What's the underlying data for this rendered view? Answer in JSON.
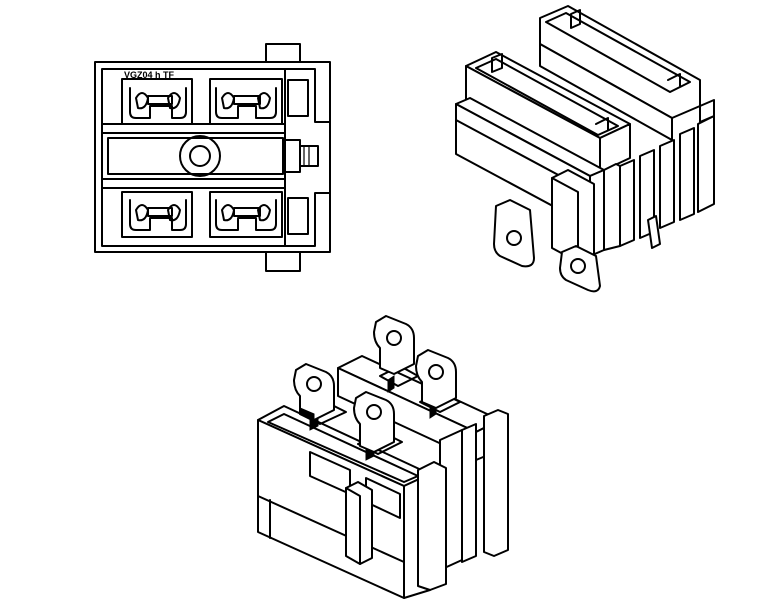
{
  "figure": {
    "views": [
      {
        "id": "top-view",
        "marking_text": "VGZ04 h TF"
      },
      {
        "id": "iso-view-top-right"
      },
      {
        "id": "iso-view-bottom"
      }
    ]
  },
  "colors": {
    "line": "#000000",
    "background": "#ffffff"
  }
}
